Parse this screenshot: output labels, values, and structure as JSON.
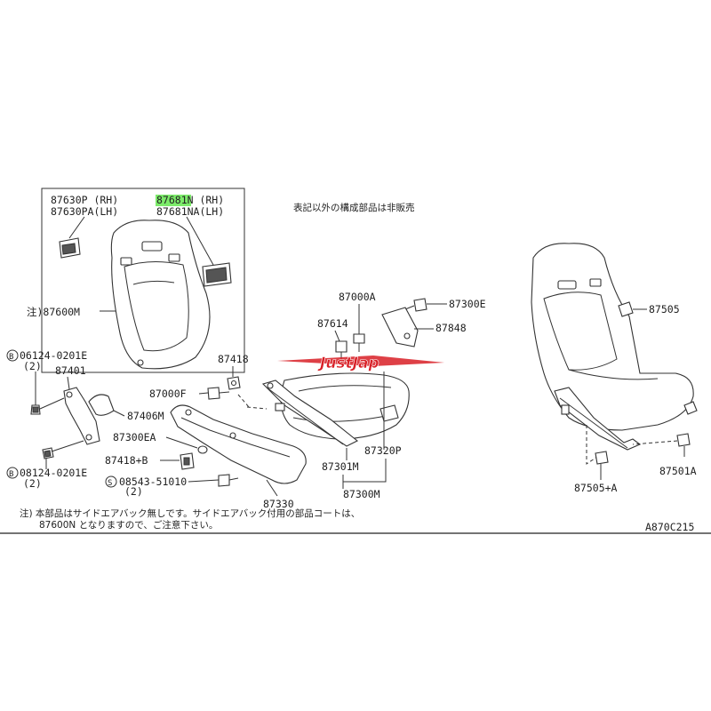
{
  "inset": {
    "p1": "87630P (RH)",
    "p2": "87630PA(LH)",
    "p3": "87681N (RH)",
    "p4": "87681NA(LH)"
  },
  "note_jp": "表記以外の構成部品は非販売",
  "labels": {
    "l87600m": "注)87600M",
    "b06124": "06124-0201E",
    "b06124_qty": "(2)",
    "l87401": "87401",
    "l87406m": "87406M",
    "b08124": "08124-0201E",
    "b08124_qty": "(2)",
    "l87418": "87418",
    "l87000f": "87000F",
    "l87300ea": "87300EA",
    "l87418b": "87418+B",
    "s08543": "08543-51010",
    "s08543_qty": "(2)",
    "l87330": "87330",
    "l87000a": "87000A",
    "l87300e": "87300E",
    "l87614": "87614",
    "l87848": "87848",
    "l87320p": "87320P",
    "l87301m": "87301M",
    "l87300m": "87300M",
    "l87505": "87505",
    "l87501a": "87501A",
    "l87505a": "87505+A"
  },
  "symbols": {
    "b": "B",
    "s": "S"
  },
  "footnote": {
    "line1": "注) 本部品はサイドエアバック無しです。サイドエアバック付用の部品コートは、",
    "line2": "87600N となりますので、ご注意下さい。"
  },
  "code": "A870C215",
  "watermark": "JustJap",
  "colors": {
    "highlight": "#7CEB6A",
    "watermark": "#D81F26",
    "line": "#333333"
  }
}
